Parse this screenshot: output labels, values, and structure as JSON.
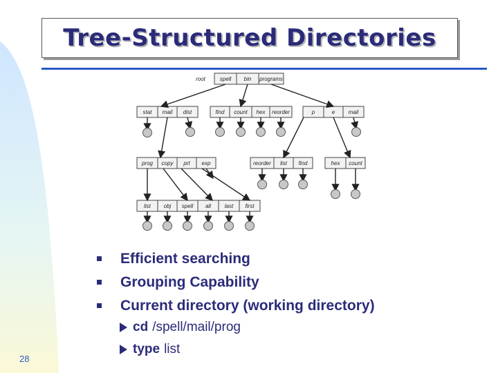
{
  "slide": {
    "title": "Tree-Structured Directories",
    "page_number": "28"
  },
  "bullets": [
    "Efficient searching",
    "Grouping Capability",
    "Current directory (working directory)"
  ],
  "sub_bullets": [
    {
      "command": "cd",
      "argument": "/spell/mail/prog"
    },
    {
      "command": "type",
      "argument": "list"
    }
  ],
  "diagram": {
    "root_label": "root",
    "levels": [
      [
        "spell",
        "bin",
        "programs"
      ],
      [
        "stat",
        "mail",
        "dist",
        "find",
        "count",
        "hex",
        "reorder",
        "p",
        "e",
        "mail"
      ],
      [
        "prog",
        "copy",
        "prt",
        "exp",
        "reorder",
        "list",
        "find",
        "hex",
        "count"
      ],
      [
        "list",
        "obj",
        "spell",
        "all",
        "last",
        "first"
      ]
    ]
  },
  "colors": {
    "title": "#2b2b7a",
    "accent": "#2b59c3",
    "bullet_text": "#2b2b7a",
    "node_fill": "#c8c8c8"
  }
}
